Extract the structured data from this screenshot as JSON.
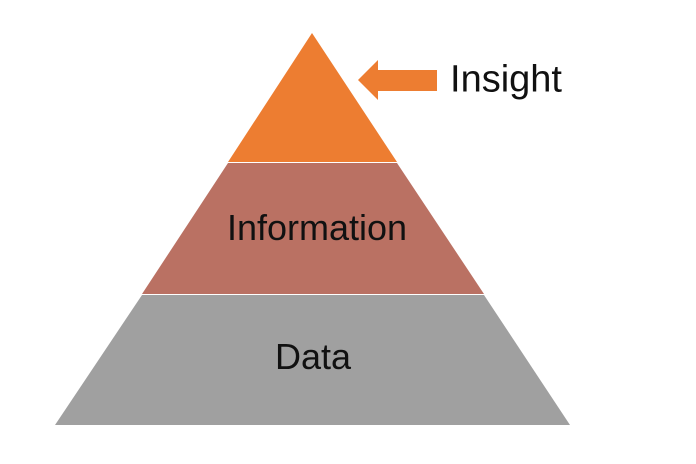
{
  "diagram": {
    "type": "pyramid",
    "tiers": [
      {
        "label": "Insight",
        "color": "#ED7D31"
      },
      {
        "label": "Information",
        "color": "#BA7163"
      },
      {
        "label": "Data",
        "color": "#A0A0A0"
      }
    ],
    "arrow_color": "#ED7D31",
    "callout_label": "Insight"
  }
}
